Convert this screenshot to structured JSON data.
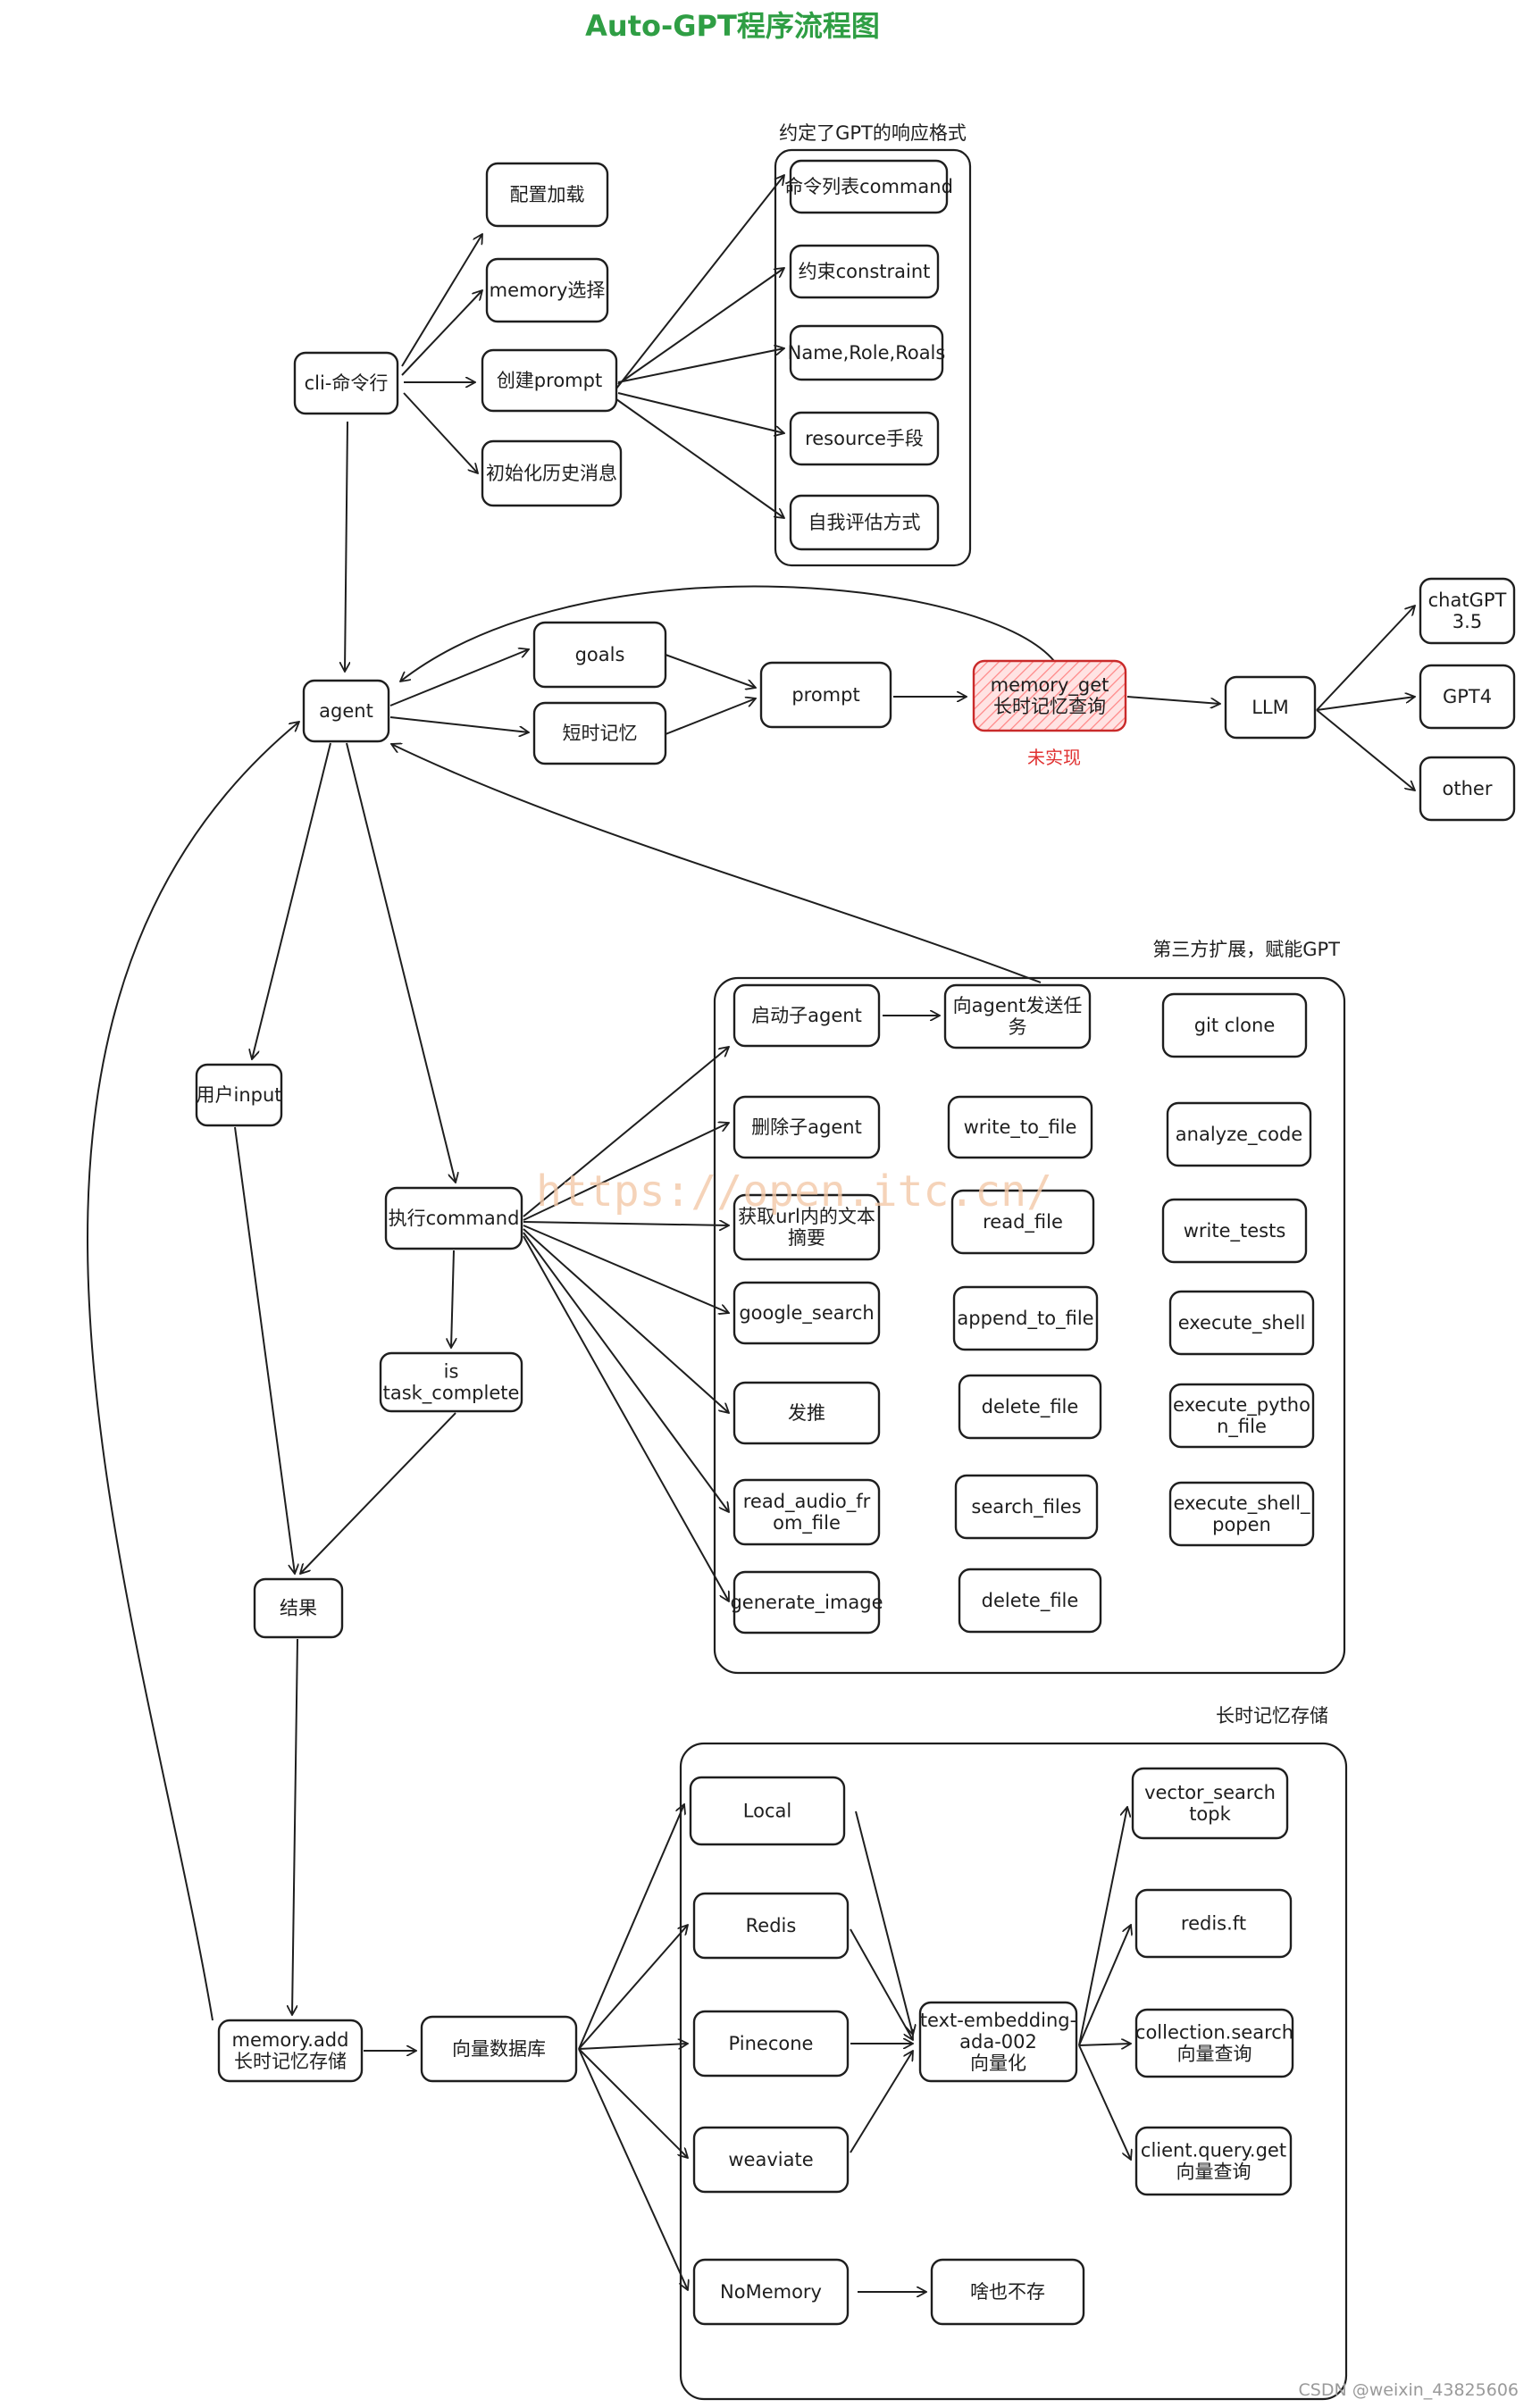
{
  "title": "Auto-GPT程序流程图",
  "watermark": "https://open.itc.cn/",
  "credit": "CSDN @weixin_43825606",
  "colors": {
    "title": "#2f9e44",
    "highlight": "#e03131",
    "stroke": "#1e1e1e"
  },
  "groups": [
    {
      "id": "g_format",
      "label": "约定了GPT的响应格式"
    },
    {
      "id": "g_commands",
      "label": "第三方扩展，赋能GPT"
    },
    {
      "id": "g_memory",
      "label": "长时记忆存储"
    }
  ],
  "notes": [
    {
      "id": "note_unimpl",
      "text": "未实现"
    }
  ],
  "nodes": [
    {
      "id": "cli",
      "lines": [
        "cli-命令行"
      ]
    },
    {
      "id": "config",
      "lines": [
        "配置加载"
      ]
    },
    {
      "id": "memsel",
      "lines": [
        "memory选择"
      ]
    },
    {
      "id": "mkprompt",
      "lines": [
        "创建prompt"
      ]
    },
    {
      "id": "inithist",
      "lines": [
        "初始化历史消息"
      ]
    },
    {
      "id": "cmdlist",
      "lines": [
        "命令列表command"
      ]
    },
    {
      "id": "constraint",
      "lines": [
        "约束constraint"
      ]
    },
    {
      "id": "namerole",
      "lines": [
        "Name,Role,Roals"
      ]
    },
    {
      "id": "resource",
      "lines": [
        "resource手段"
      ]
    },
    {
      "id": "selfeval",
      "lines": [
        "自我评估方式"
      ]
    },
    {
      "id": "agent",
      "lines": [
        "agent"
      ]
    },
    {
      "id": "goals",
      "lines": [
        "goals"
      ]
    },
    {
      "id": "shortmem",
      "lines": [
        "短时记忆"
      ]
    },
    {
      "id": "prompt",
      "lines": [
        "prompt"
      ]
    },
    {
      "id": "memget",
      "lines": [
        "memory_get",
        "长时记忆查询"
      ]
    },
    {
      "id": "llm",
      "lines": [
        "LLM"
      ]
    },
    {
      "id": "chatgpt",
      "lines": [
        "chatGPT",
        "3.5"
      ]
    },
    {
      "id": "gpt4",
      "lines": [
        "GPT4"
      ]
    },
    {
      "id": "other",
      "lines": [
        "other"
      ]
    },
    {
      "id": "userinput",
      "lines": [
        "用户input"
      ]
    },
    {
      "id": "execcmd",
      "lines": [
        "执行command"
      ]
    },
    {
      "id": "taskcomplete",
      "lines": [
        "is",
        "task_complete"
      ]
    },
    {
      "id": "result",
      "lines": [
        "结果"
      ]
    },
    {
      "id": "c_start",
      "lines": [
        "启动子agent"
      ]
    },
    {
      "id": "c_send",
      "lines": [
        "向agent发送任",
        "务"
      ]
    },
    {
      "id": "c_git",
      "lines": [
        "git clone"
      ]
    },
    {
      "id": "c_del",
      "lines": [
        "删除子agent"
      ]
    },
    {
      "id": "c_write",
      "lines": [
        "write_to_file"
      ]
    },
    {
      "id": "c_analyze",
      "lines": [
        "analyze_code"
      ]
    },
    {
      "id": "c_url",
      "lines": [
        "获取url内的文本",
        "摘要"
      ]
    },
    {
      "id": "c_read",
      "lines": [
        "read_file"
      ]
    },
    {
      "id": "c_tests",
      "lines": [
        "write_tests"
      ]
    },
    {
      "id": "c_google",
      "lines": [
        "google_search"
      ]
    },
    {
      "id": "c_append",
      "lines": [
        "append_to_file"
      ]
    },
    {
      "id": "c_shell",
      "lines": [
        "execute_shell"
      ]
    },
    {
      "id": "c_tweet",
      "lines": [
        "发推"
      ]
    },
    {
      "id": "c_delfile1",
      "lines": [
        "delete_file"
      ]
    },
    {
      "id": "c_py",
      "lines": [
        "execute_pytho",
        "n_file"
      ]
    },
    {
      "id": "c_audio",
      "lines": [
        "read_audio_fr",
        "om_file"
      ]
    },
    {
      "id": "c_search",
      "lines": [
        "search_files"
      ]
    },
    {
      "id": "c_popen",
      "lines": [
        "execute_shell_",
        "popen"
      ]
    },
    {
      "id": "c_image",
      "lines": [
        "generate_image"
      ]
    },
    {
      "id": "c_delfile2",
      "lines": [
        "delete_file"
      ]
    },
    {
      "id": "memadd",
      "lines": [
        "memory.add",
        "长时记忆存储"
      ]
    },
    {
      "id": "vecdb",
      "lines": [
        "向量数据库"
      ]
    },
    {
      "id": "m_local",
      "lines": [
        "Local"
      ]
    },
    {
      "id": "m_redis",
      "lines": [
        "Redis"
      ]
    },
    {
      "id": "m_pinecone",
      "lines": [
        "Pinecone"
      ]
    },
    {
      "id": "m_weaviate",
      "lines": [
        "weaviate"
      ]
    },
    {
      "id": "m_nomem",
      "lines": [
        "NoMemory"
      ]
    },
    {
      "id": "m_nothing",
      "lines": [
        "啥也不存"
      ]
    },
    {
      "id": "embed",
      "lines": [
        "text-embedding-",
        "ada-002",
        "向量化"
      ]
    },
    {
      "id": "q_vector",
      "lines": [
        "vector_search",
        "topk"
      ]
    },
    {
      "id": "q_redis",
      "lines": [
        "redis.ft"
      ]
    },
    {
      "id": "q_collection",
      "lines": [
        "collection.search",
        "向量查询"
      ]
    },
    {
      "id": "q_client",
      "lines": [
        "client.query.get",
        "向量查询"
      ]
    }
  ]
}
